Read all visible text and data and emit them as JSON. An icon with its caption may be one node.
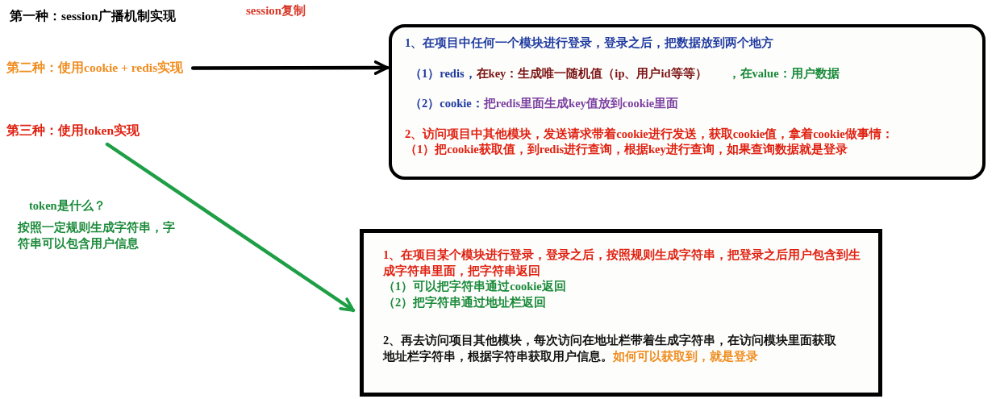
{
  "diagram": {
    "nodes": [
      {
        "text": [
          "第二种：使用cookie + redis实现"
        ]
      },
      {
        "text": [
          "1、在项目中任何一个模块进行登录，登录之后，把数据放到两个地方",
          "（1）redis，",
          "在key：生成唯一随机值（ip、用户id等等）",
          "，在value：用户数据",
          "（2）cookie：",
          "把redis里面生成key值放到cookie里面",
          "2、访问项目中其他模块，发送请求带着cookie进行发送，获取cookie值，拿着cookie做事情：",
          "（1）把cookie获取值，到redis进行查询，根据key进行查询，如果查询数据就是登录"
        ]
      },
      {
        "text": [
          "第三种：使用token实现"
        ]
      },
      {
        "text": [
          "1、在项目某个模块进行登录，登录之后，按照规则生成字符串，把登录之后用户包含到生成字符串里面，把字符串返回",
          "（1）可以把字符串通过cookie返回",
          "（2）把字符串通过地址栏返回",
          "2、再去访问项目其他模块，每次访问在地址栏带着生成字符串，在访问模块里面获取地址栏字符串，根据字符串获取用户信息。",
          "如何可以获取到，就是登录"
        ]
      }
    ],
    "edges": [
      {
        "from": 0,
        "to": 1,
        "arrow": "to"
      },
      {
        "from": 2,
        "to": 3,
        "arrow": "to",
        "color": "#1e9e45"
      }
    ],
    "labels": [
      "第一种：session广播机制实现",
      "session复制",
      "token是什么？",
      "按照一定规则生成字符串，字符串可以包含用户信息"
    ]
  }
}
